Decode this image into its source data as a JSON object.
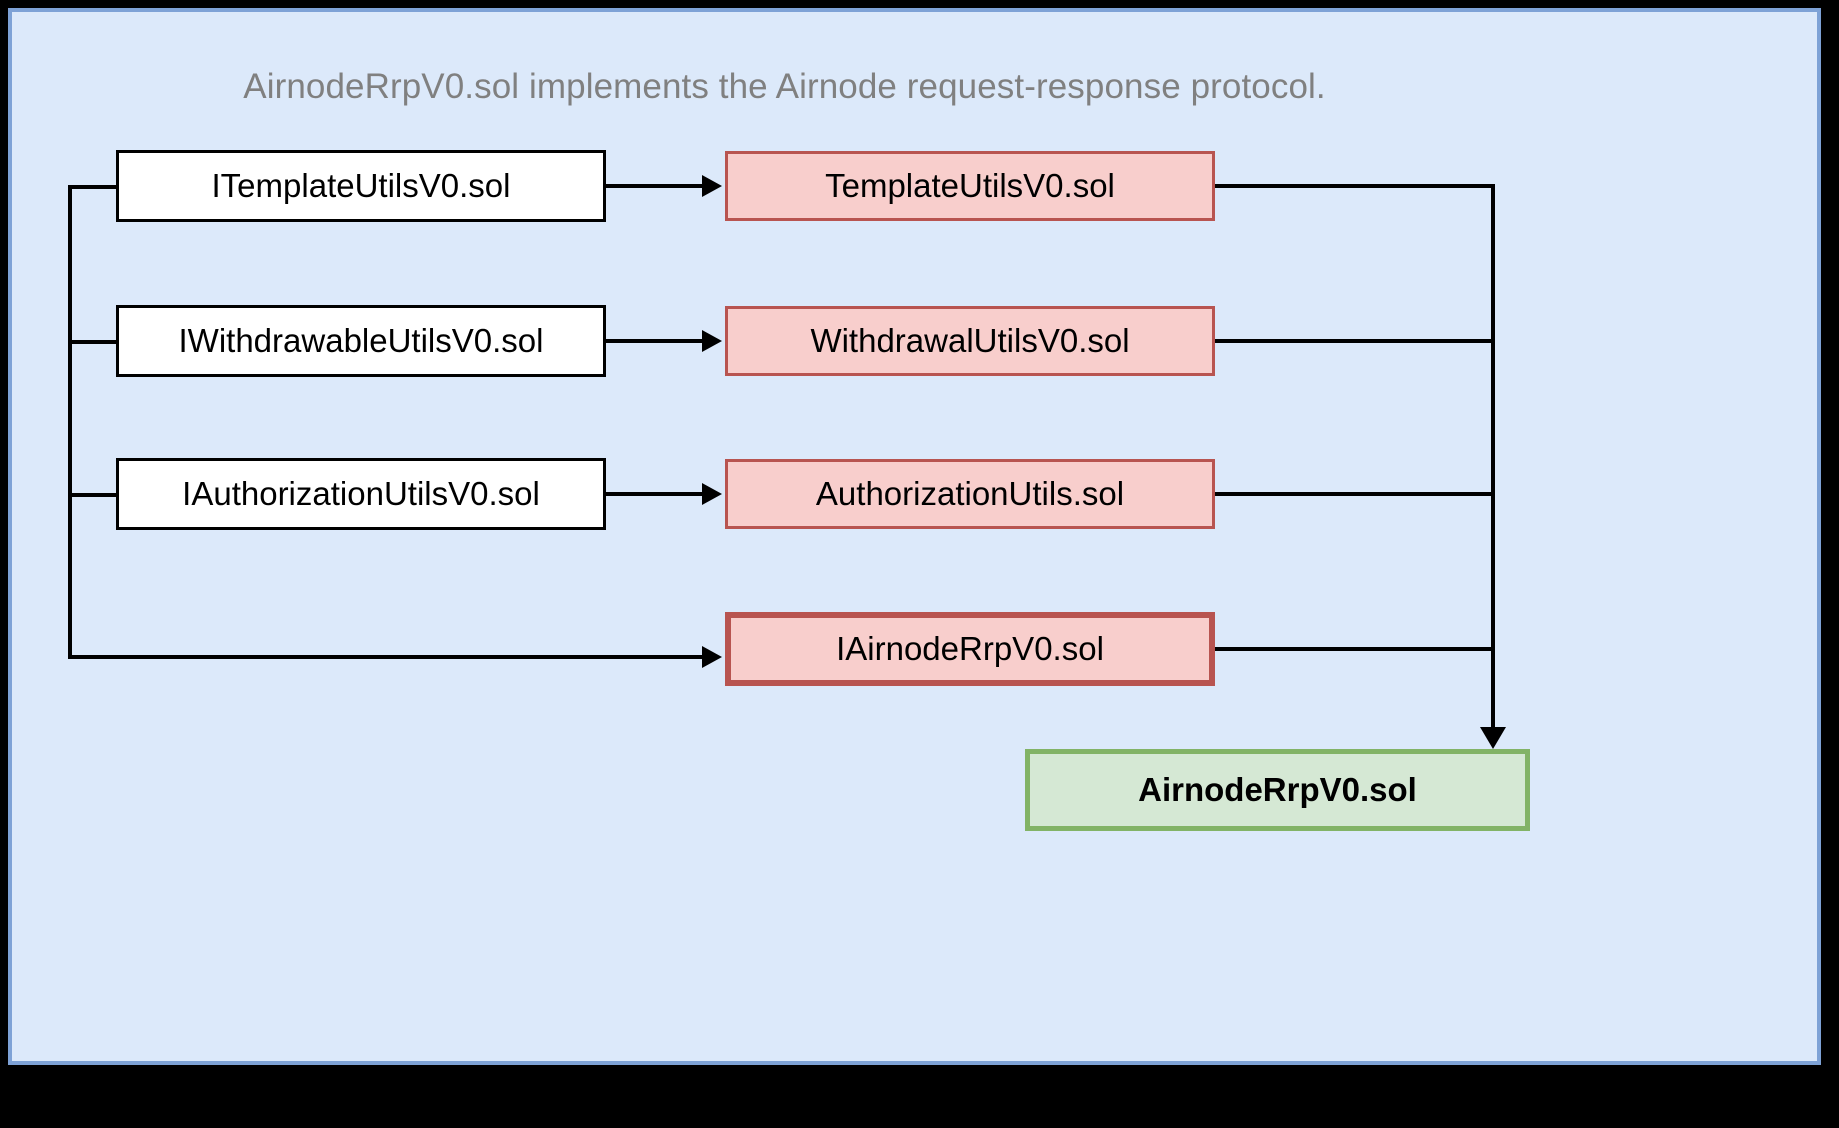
{
  "diagram": {
    "type": "dependency-graph",
    "title": "AirnodeRrpV0.sol implements the Airnode request-response protocol.",
    "canvas_background": "#dce9fa",
    "canvas_border": "#7ea2d6",
    "page_background": "#000000",
    "palette": {
      "interface_fill": "#ffffff",
      "interface_border": "#000000",
      "implementation_fill": "#f8cecc",
      "implementation_border": "#b85450",
      "target_fill": "#d5e8d4",
      "target_border": "#82b366",
      "title_color": "#808080",
      "edge_color": "#000000"
    },
    "interfaces": [
      {
        "id": "itemplateutils",
        "label": "ITemplateUtilsV0.sol"
      },
      {
        "id": "iwithdrawableutils",
        "label": "IWithdrawableUtilsV0.sol"
      },
      {
        "id": "iauthorizationutils",
        "label": "IAuthorizationUtilsV0.sol"
      }
    ],
    "implementations": [
      {
        "id": "templateutils",
        "label": "TemplateUtilsV0.sol",
        "emphasis": "normal"
      },
      {
        "id": "withdrawalutils",
        "label": "WithdrawalUtilsV0.sol",
        "emphasis": "normal"
      },
      {
        "id": "authorizationutils",
        "label": "AuthorizationUtils.sol",
        "emphasis": "normal"
      },
      {
        "id": "iairnoderrp",
        "label": "IAirnodeRrpV0.sol",
        "emphasis": "strong"
      }
    ],
    "target": {
      "id": "airnoderrp",
      "label": "AirnodeRrpV0.sol"
    },
    "edges": [
      {
        "from": "itemplateutils",
        "to": "templateutils"
      },
      {
        "from": "iwithdrawableutils",
        "to": "withdrawalutils"
      },
      {
        "from": "iauthorizationutils",
        "to": "authorizationutils"
      },
      {
        "from": "interface-bus",
        "to": "iairnoderrp"
      },
      {
        "from": "templateutils",
        "to": "airnoderrp"
      },
      {
        "from": "withdrawalutils",
        "to": "airnoderrp"
      },
      {
        "from": "authorizationutils",
        "to": "airnoderrp"
      },
      {
        "from": "iairnoderrp",
        "to": "airnoderrp"
      }
    ]
  }
}
